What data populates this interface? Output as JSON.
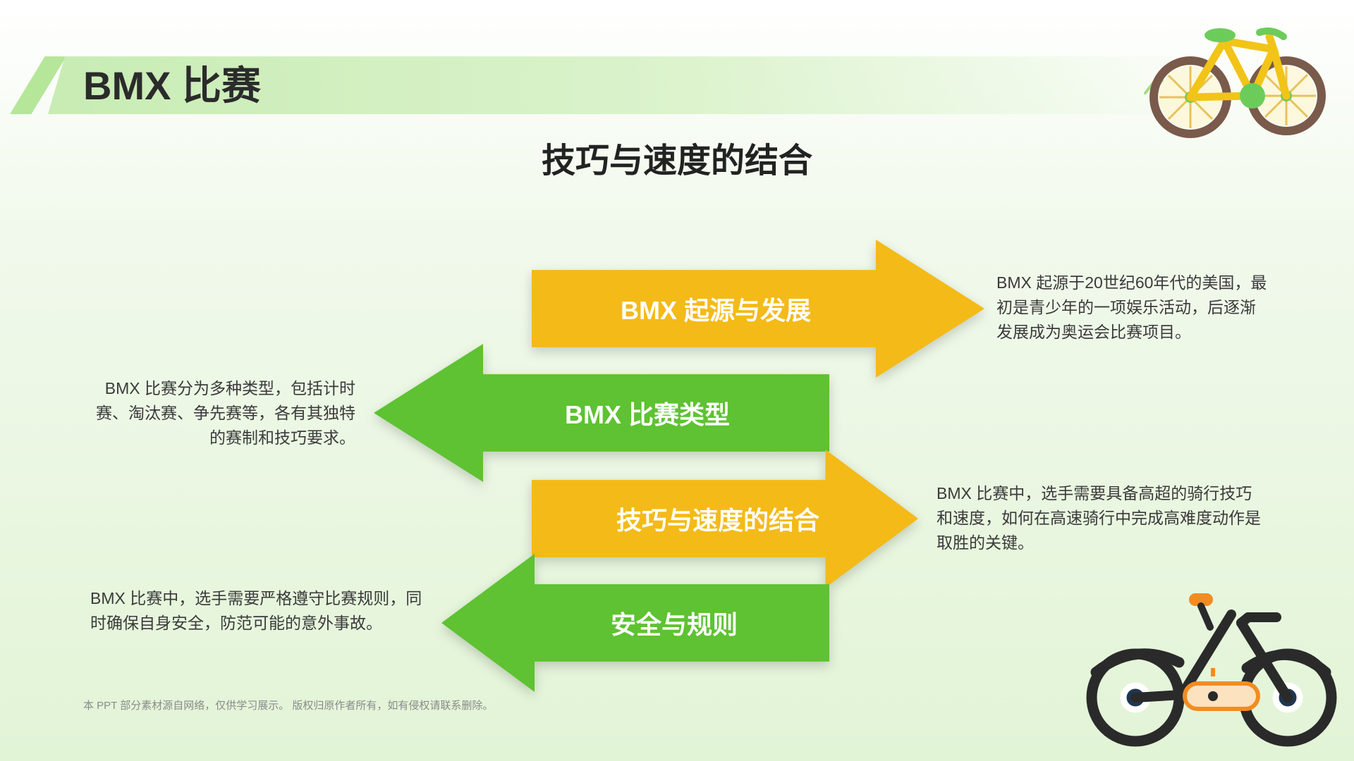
{
  "header": {
    "title": "BMX 比赛"
  },
  "subtitle": "技巧与速度的结合",
  "sections": [
    {
      "label": "BMX 起源与发展",
      "color": "#f4ba18",
      "direction": "right",
      "description": "BMX 起源于20世纪60年代的美国，最初是青少年的一项娱乐活动，后逐渐发展成为奥运会比赛项目。"
    },
    {
      "label": "BMX 比赛类型",
      "color": "#5ec232",
      "direction": "left",
      "description": "BMX 比赛分为多种类型，包括计时赛、淘汰赛、争先赛等，各有其独特的赛制和技巧要求。"
    },
    {
      "label": "技巧与速度的结合",
      "color": "#f4ba18",
      "direction": "right",
      "description": "BMX 比赛中，选手需要具备高超的骑行技巧和速度，如何在高速骑行中完成高难度动作是取胜的关键。"
    },
    {
      "label": "安全与规则",
      "color": "#5ec232",
      "direction": "left",
      "description": "BMX 比赛中，选手需要严格遵守比赛规则，同时确保自身安全，防范可能的意外事故。"
    }
  ],
  "footer": {
    "note": "本 PPT 部分素材源自网络，仅供学习展示。 版权归原作者所有，如有侵权请联系删除。"
  },
  "icons": {
    "top_right": "bicycle-3d-icon",
    "bottom_right": "bicycle-icon"
  }
}
